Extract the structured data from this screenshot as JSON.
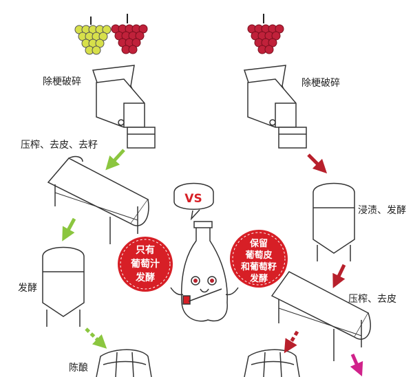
{
  "white_wine": {
    "step1": "除梗破碎",
    "step2": "压榨、去皮、去籽",
    "step3": "发酵",
    "step4": "陈酿"
  },
  "red_wine": {
    "step1": "除梗破碎",
    "step2": "浸渍、发酵",
    "step3": "压榨、去皮"
  },
  "vs_label": "VS",
  "left_badge": [
    "只有",
    "葡萄汁",
    "发酵"
  ],
  "right_badge": [
    "保留",
    "葡萄皮",
    "和葡萄籽",
    "发酵"
  ],
  "colors": {
    "green_grape": "#d7e04a",
    "red_grape": "#c0213a",
    "green_arrow": "#8bc63f",
    "red_arrow": "#b8202c",
    "magenta_arrow": "#d0228a",
    "badge": "#d71f26"
  }
}
